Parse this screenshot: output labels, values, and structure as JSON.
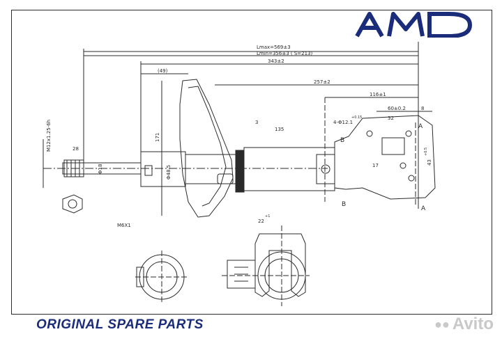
{
  "brand": {
    "logo_text": "AMD",
    "tagline": "ORIGINAL SPARE PARTS",
    "watermark": "Avito",
    "colors": {
      "brand_blue": "#1b2d7a",
      "line": "#2a2a2a",
      "watermark": "#c9c9c9"
    }
  },
  "dimensions": {
    "lmax": "Lmax=569±3",
    "lmin": "Lmin=356±3 (    S=213)",
    "d343": "343±2",
    "d49": "(49)",
    "d257": "257±2",
    "d116": "116±1",
    "d60": "60±0.2",
    "d8": "8",
    "d32": "32",
    "d12": "4-Φ12.1",
    "d12_tol": "+0.15",
    "d171": "171",
    "d28": "28",
    "thread": "M12x1.25-6h",
    "d18": "Φ18",
    "d485": "Φ48.5",
    "d3": "3",
    "d135": "135",
    "d17": "17",
    "d43": "43",
    "d43_tol": "+0.5",
    "d22": "22",
    "d22_tol": "+1",
    "m6": "M6X1"
  },
  "labels": {
    "a_top": "A",
    "a_bottom": "A",
    "b_top": "B",
    "b_bottom": "B"
  }
}
